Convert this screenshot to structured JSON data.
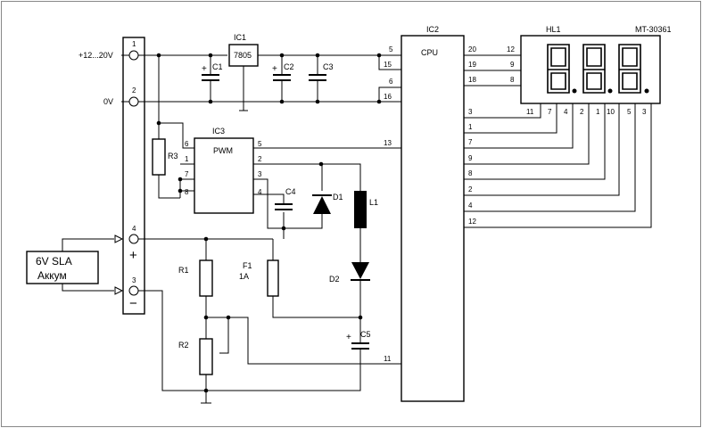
{
  "terminal_block": {
    "pins": [
      "1",
      "2",
      "4",
      "3"
    ],
    "plus_sign": "+",
    "minus_sign": "−"
  },
  "labels": {
    "power_in": "+12...20V",
    "ground": "0V",
    "battery_line1": "6V  SLA",
    "battery_line2": "Аккум"
  },
  "ic1": {
    "name": "IC1",
    "part": "7805"
  },
  "ic2": {
    "name": "IC2",
    "part": "CPU",
    "left_pins": [
      "5",
      "15",
      "6",
      "16",
      "13",
      "11"
    ],
    "right_pins": [
      "20",
      "19",
      "18",
      "3",
      "1",
      "7",
      "9",
      "8",
      "2",
      "4",
      "12"
    ]
  },
  "ic3": {
    "name": "IC3",
    "part": "PWM",
    "left_pins": [
      "6",
      "1",
      "7",
      "8"
    ],
    "right_pins": [
      "5",
      "2",
      "3",
      "4"
    ]
  },
  "display": {
    "name": "HL1",
    "model": "MT-30361",
    "left_pins": [
      "12",
      "9",
      "8"
    ],
    "bottom_pins": [
      "11",
      "7",
      "4",
      "2",
      "1",
      "10",
      "5",
      "3"
    ]
  },
  "components": {
    "c1": "C1",
    "c2": "C2",
    "c3": "C3",
    "c4": "C4",
    "c5": "C5",
    "r1": "R1",
    "r2": "R2",
    "r3": "R3",
    "d1": "D1",
    "d2": "D2",
    "l1": "L1",
    "f1": "F1",
    "f1_rating": "1A",
    "plus": "+"
  }
}
